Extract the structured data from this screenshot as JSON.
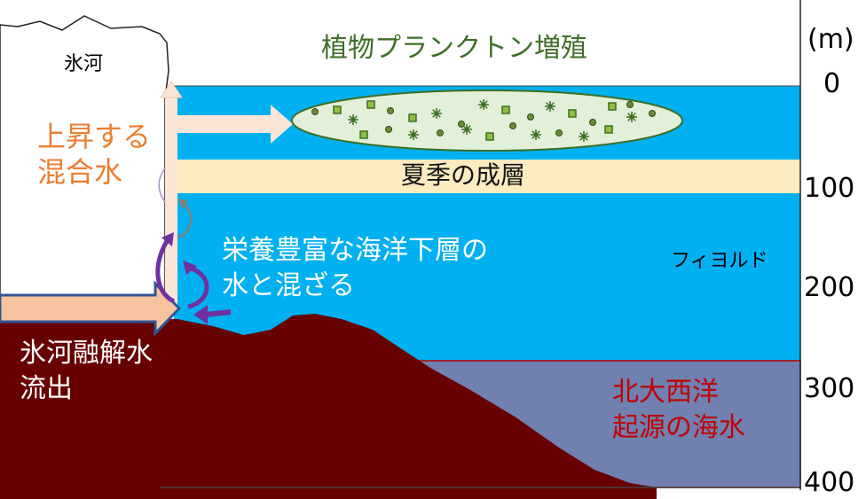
{
  "labels": {
    "glacier": "氷河",
    "phytoplankton_bloom": "植物プランクトン増殖",
    "upwelling_line1": "上昇する",
    "upwelling_line2": "混合水",
    "summer_stratification": "夏季の成層",
    "nutrient_mixing_line1": "栄養豊富な海洋下層の",
    "nutrient_mixing_line2": "水と混ざる",
    "fjord": "フィヨルド",
    "meltwater_line1": "氷河融解水",
    "meltwater_line2": "流出",
    "atlantic_line1": "北大西洋",
    "atlantic_line2": "起源の海水"
  },
  "depth_axis": {
    "unit_label": "(m)",
    "ticks": [
      "0",
      "100",
      "200",
      "300",
      "400"
    ]
  },
  "colors": {
    "water": "#00b0f0",
    "stratification_layer": "#fcecc0",
    "seabed": "#680000",
    "atlantic_water": "#7080b0",
    "bloom_fill": "#e2f0d9",
    "bloom_text": "#3e6e25",
    "upwelling_text": "#ed7d31",
    "atlantic_text": "#c00000",
    "meltwater_arrow": "#f6c39f",
    "mixing_arrow": "#7030a0"
  }
}
